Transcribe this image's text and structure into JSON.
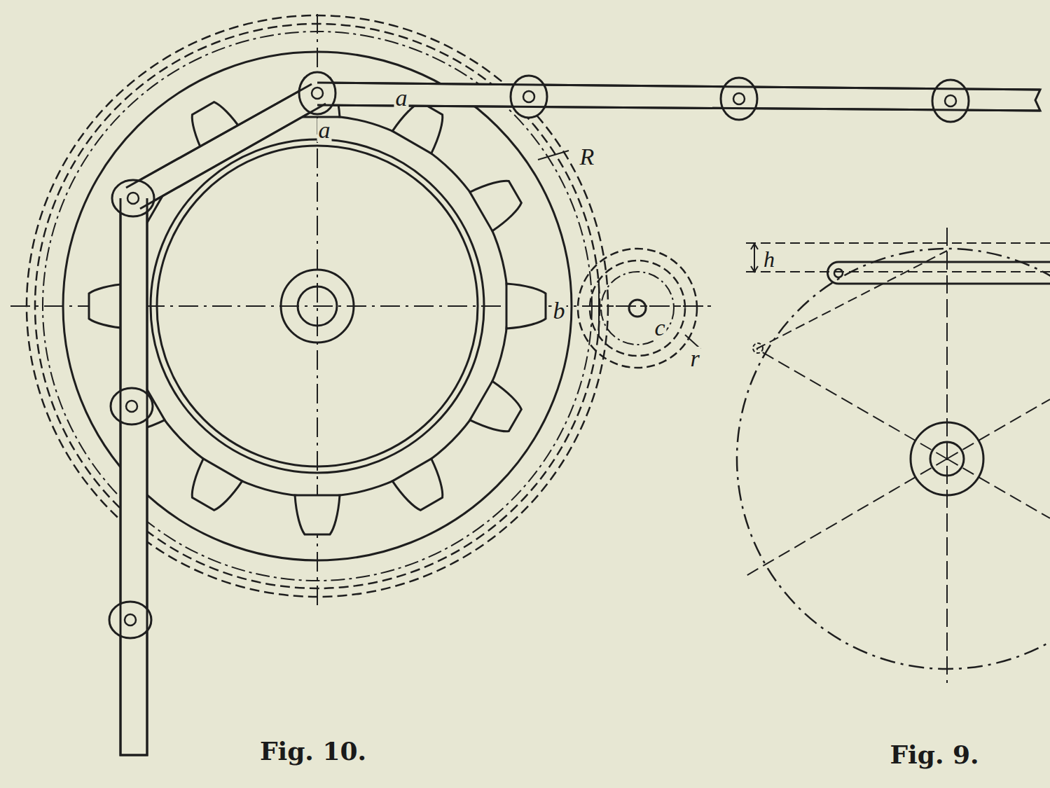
{
  "diagram": {
    "labels": [
      "a",
      "a",
      "R",
      "b",
      "c",
      "r",
      "h",
      "Fig. 10.",
      "Fig. 9."
    ]
  }
}
